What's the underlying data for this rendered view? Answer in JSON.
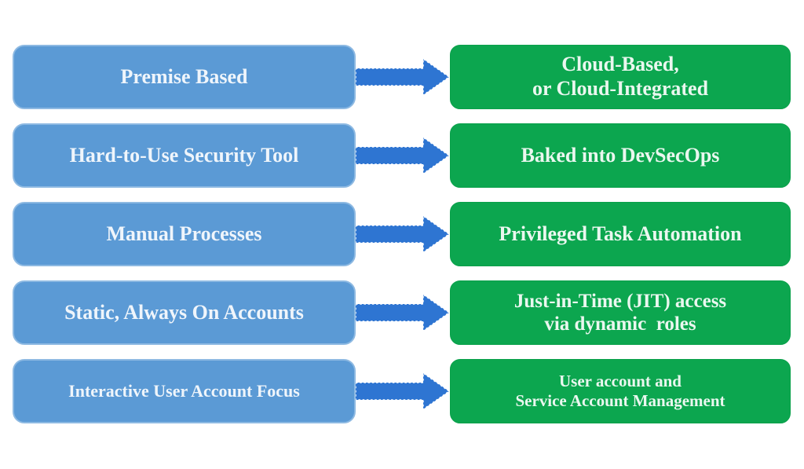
{
  "diagram": {
    "name": "legacy-to-modern-pam-transformation",
    "colors": {
      "blue_box": "#5B9AD5",
      "blue_box_border": "#8DB9E2",
      "green_box": "#0CA64F",
      "green_box_border": "#09A04A",
      "arrow": "#2E75D2",
      "text_on_blue": "#EFF5FB",
      "text_on_green": "#EAF7EF",
      "background": "#FFFFFF"
    },
    "rows": [
      {
        "left": "Premise Based",
        "right_lines": [
          "Cloud-Based,",
          "or Cloud-Integrated"
        ]
      },
      {
        "left": "Hard-to-Use Security Tool",
        "right_lines": [
          "Baked into DevSecOps"
        ]
      },
      {
        "left": "Manual Processes",
        "right_lines": [
          "Privileged Task Automation"
        ]
      },
      {
        "left": "Static, Always On Accounts",
        "right_lines": [
          "Just-in-Time (JIT) access",
          "via dynamic  roles"
        ]
      },
      {
        "left": "Interactive User Account Focus",
        "right_lines": [
          "User account and",
          "Service Account Management"
        ]
      }
    ]
  }
}
